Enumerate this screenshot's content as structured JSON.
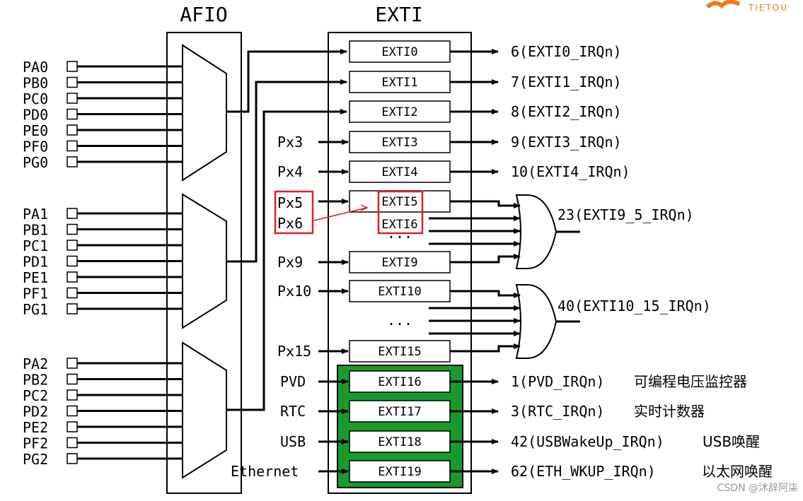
{
  "titles": {
    "afio": "AFIO",
    "exti": "EXTI"
  },
  "pins": {
    "group0": [
      "PA0",
      "PB0",
      "PC0",
      "PD0",
      "PE0",
      "PF0",
      "PG0"
    ],
    "group1": [
      "PA1",
      "PB1",
      "PC1",
      "PD1",
      "PE1",
      "PF1",
      "PG1"
    ],
    "group2": [
      "PA2",
      "PB2",
      "PC2",
      "PD2",
      "PE2",
      "PF2",
      "PG2"
    ]
  },
  "exti_lines": [
    "EXTI0",
    "EXTI1",
    "EXTI2",
    "EXTI3",
    "EXTI4",
    "EXTI5",
    "EXTI9",
    "EXTI10",
    "EXTI15",
    "EXTI16",
    "EXTI17",
    "EXTI18",
    "EXTI19"
  ],
  "exti_overlay": "EXTI6",
  "ellipsis": "...",
  "inputs": {
    "px3": "Px3",
    "px4": "Px4",
    "px5": "Px5",
    "px6": "Px6",
    "px9": "Px9",
    "px10": "Px10",
    "px15": "Px15",
    "pvd": "PVD",
    "rtc": "RTC",
    "usb": "USB",
    "ethernet": "Ethernet"
  },
  "irqs": {
    "exti0": "6(EXTI0_IRQn)",
    "exti1": "7(EXTI1_IRQn)",
    "exti2": "8(EXTI2_IRQn)",
    "exti3": "9(EXTI3_IRQn)",
    "exti4": "10(EXTI4_IRQn)",
    "exti9_5": "23(EXTI9_5_IRQn)",
    "exti15_10": "40(EXTI10_15_IRQn)",
    "pvd": "1(PVD_IRQn)",
    "rtc": "3(RTC_IRQn)",
    "usb": "42(USBWakeUp_IRQn)",
    "eth": "62(ETH_WKUP_IRQn)"
  },
  "descriptions": {
    "pvd": "可编程电压监控器",
    "rtc": "实时计数器",
    "usb": "USB唤醒",
    "eth": "以太网唤醒"
  },
  "watermark": {
    "logo_text": "TIETOU",
    "credit": "CSDN @沐辞阿柒"
  },
  "colors": {
    "highlight_red": "#e02020",
    "green_group": "#1a9a2a",
    "logo_orange": "#f07a1a"
  }
}
